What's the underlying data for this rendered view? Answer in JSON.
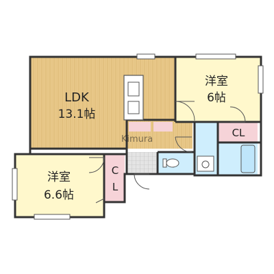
{
  "rooms": {
    "ldk": {
      "name": "LDK",
      "size": "13.1帖"
    },
    "western1": {
      "name": "洋室",
      "size": "6帖"
    },
    "western2": {
      "name": "洋室",
      "size": "6.6帖"
    },
    "closet1": {
      "name": "CL"
    },
    "closet2": {
      "name": "CL"
    }
  },
  "watermark": "Kimura",
  "colors": {
    "ldk_floor": "#e9c98a",
    "room_floor": "#fff8cc",
    "closet": "#f6d3d8",
    "water": "#cfeefd",
    "genkan": "#e4e4e4",
    "wall": "#333333"
  }
}
